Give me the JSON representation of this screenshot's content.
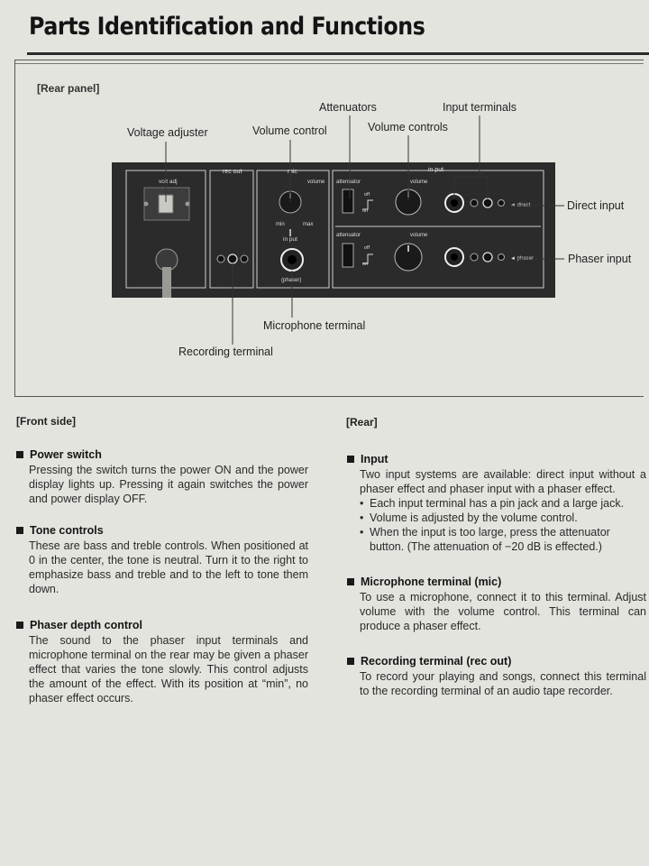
{
  "page_title": "Parts Identification and Functions",
  "figure": {
    "label": "[Rear panel]",
    "callouts": {
      "voltage_adjuster": "Voltage adjuster",
      "volume_control": "Volume control",
      "attenuators": "Attenuators",
      "volume_controls": "Volume controls",
      "input_terminals": "Input terminals",
      "direct_input": "Direct input",
      "phaser_input": "Phaser input",
      "microphone_terminal": "Microphone terminal",
      "recording_terminal": "Recording terminal"
    },
    "panel_text": {
      "volt_adj": "volt adj",
      "rec_out": "rec out",
      "mic": "mic",
      "volume": "volume",
      "min": "min",
      "max": "max",
      "in_put": "in put",
      "phaser_paren": "(phaser)",
      "attenuator": "attenuator",
      "off": "off",
      "on": "on",
      "direct": "◄ direct",
      "phaser": "◄ phaser"
    }
  },
  "front_side": {
    "heading": "[Front side]",
    "sections": [
      {
        "title": "Power switch",
        "body": "Pressing the switch turns the power ON and the power display lights up. Pressing it again switches the power and power display OFF."
      },
      {
        "title": "Tone controls",
        "body": "These are bass and treble controls. When positioned at 0 in the center, the tone is neutral. Turn it to the right to emphasize bass and treble and to the left to tone them down."
      },
      {
        "title": "Phaser depth control",
        "body": "The sound to the phaser input terminals and microphone terminal on the rear may be given a phaser effect that varies the tone slowly. This control adjusts the amount of the effect. With its position at “min”, no phaser effect occurs."
      }
    ]
  },
  "rear": {
    "heading": "[Rear]",
    "input": {
      "title": "Input",
      "body": "Two input systems are available: direct input without a phaser effect and phaser input with a phaser effect.",
      "bullets": [
        "Each input terminal has a pin jack and a large jack.",
        "Volume is adjusted by the volume control.",
        "When the input is too large, press the attenuator button. (The attenuation of −20 dB is effected.)"
      ]
    },
    "mic": {
      "title": "Microphone terminal (mic)",
      "body": "To use a microphone, connect it to this terminal. Adjust volume with the volume control. This terminal can produce a phaser effect."
    },
    "rec": {
      "title": "Recording terminal (rec out)",
      "body": "To record your playing and songs, connect this terminal to the recording terminal of an audio tape recorder."
    }
  }
}
